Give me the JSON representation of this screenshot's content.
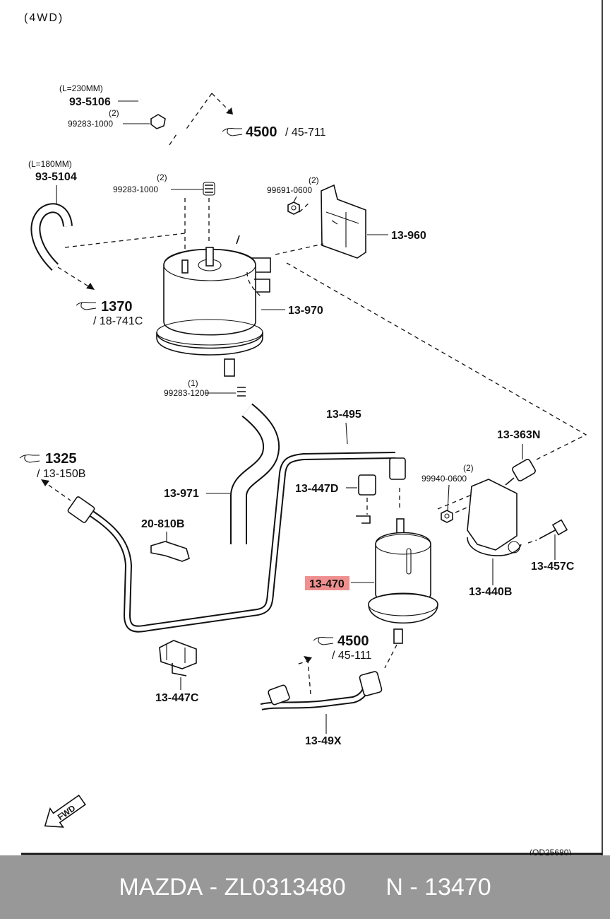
{
  "header": {
    "variant": "(4WD)"
  },
  "labels": {
    "hose_top_len": "(L=230MM)",
    "hose_top": "93-5106",
    "clip_top_qty": "(2)",
    "clip_top": "99283-1000",
    "ref_4500_top": "4500",
    "ref_4500_top_sub": "/ 45-711",
    "hose_left_len": "(L=180MM)",
    "hose_left": "93-5104",
    "clip_mid_qty": "(2)",
    "clip_mid": "99283-1000",
    "nut_top_qty": "(2)",
    "nut_top": "99691-0600",
    "bracket": "13-960",
    "ref_1370": "1370",
    "ref_1370_sub": "/ 18-741C",
    "canister": "13-970",
    "clip_bottom_qty": "(1)",
    "clip_bottom": "99283-1200",
    "pipe": "13-495",
    "ref_1325": "1325",
    "ref_1325_sub": "/ 13-150B",
    "hose_mid": "13-971",
    "clamp_d": "13-447D",
    "clip_20": "20-810B",
    "sender": "13-363N",
    "nut_bottom_qty": "(2)",
    "nut_bottom": "99940-0600",
    "bolt": "13-457C",
    "fuel_filter": "13-470",
    "filter_bracket": "13-440B",
    "ref_4500_bottom": "4500",
    "ref_4500_bottom_sub": "/ 45-111",
    "clamp_c": "13-447C",
    "hose_bottom": "13-49X",
    "fwd": "FWD",
    "diagram_code": "(QD25680)"
  },
  "footer": {
    "brand": "MAZDA",
    "part_number": "ZL0313480",
    "ref": "N - 13470"
  },
  "highlight_color": "#f08f8f"
}
